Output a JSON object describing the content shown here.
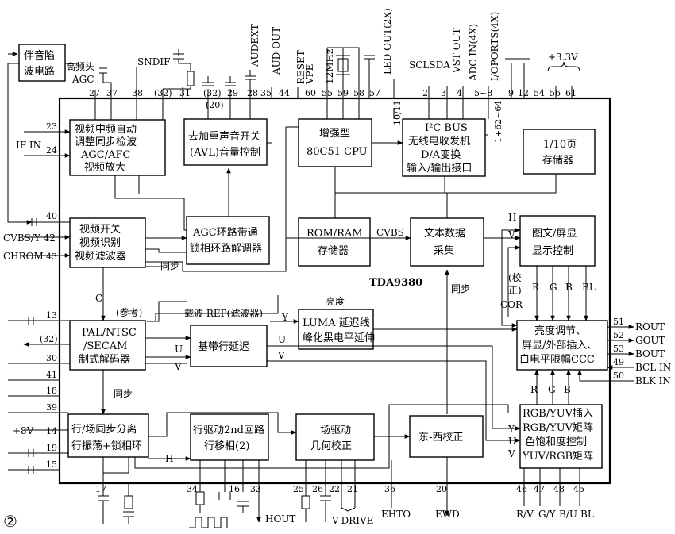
{
  "chip": {
    "name": "TDA9380"
  },
  "figure_number": "②",
  "blocks": {
    "trap": [
      "伴音陷",
      "波电路"
    ],
    "vif": [
      "视频中频自动",
      "调整同步检波",
      "AGC/AFC",
      "视频放大"
    ],
    "avl": [
      "去加重声音开关",
      "(AVL)音量控制"
    ],
    "cpu": [
      "增强型",
      "80C51 CPU"
    ],
    "i2c": [
      "I²C BUS",
      "无线电收发机",
      "D/A变换",
      "输入/输出接口"
    ],
    "page": [
      "1/10页",
      "存储器"
    ],
    "vsw": [
      "视频开关",
      "视频识别",
      "视频滤波器"
    ],
    "agc": [
      "AGC环路带通",
      "锁相环路解调器"
    ],
    "rom": [
      "ROM/RAM",
      "存储器"
    ],
    "txt": [
      "文本数据",
      "采集"
    ],
    "osd": [
      "图文/屏显",
      "显示控制"
    ],
    "dec": [
      "PAL/NTSC",
      "/SECAM",
      "制式解码器"
    ],
    "bbd": [
      "基带行延迟"
    ],
    "luma": [
      "LUMA 延迟线",
      "峰化黑电平延伸"
    ],
    "bright": [
      "亮度调节、",
      "屏显/外部插入、",
      "白电平限幅CCC"
    ],
    "sync": [
      "行/场同步分离",
      "行振荡+锁相环"
    ],
    "hdrv": [
      "行驱动2nd回路",
      "行移相(2)"
    ],
    "vdrv": [
      "场驱动",
      "几何校正"
    ],
    "ew": [
      "东-西校正"
    ],
    "matrix": [
      "RGB/YUV插入",
      "RGB/YUV矩阵",
      "色饱和度控制",
      "YUV/RGB矩阵"
    ]
  },
  "top_labels": {
    "hf_agc": [
      "高频头",
      "AGC"
    ],
    "sndif": "SNDIF",
    "audext": "AUDEXT",
    "audout": "AUD OUT",
    "reset": "RESET",
    "vpe": "VPE",
    "xtal": "12MHz",
    "ledout": "LED OUT(2X)",
    "sclsda": "SCLSDA",
    "vstout": "VST OUT",
    "adcin": "ADC IN(4X)",
    "ioports": "I/OPORTS(4X)",
    "v33": "+3.3V"
  },
  "top_pins": {
    "p27": "27",
    "p37": "37",
    "p38": "38",
    "p32": "(32)",
    "p31": "31",
    "p32b": "(32)",
    "p20": "(20)",
    "p29": "29",
    "p28": "28",
    "p35": "35",
    "p44": "44",
    "p60": "60",
    "p55": "55",
    "p59": "59",
    "p58": "58",
    "p57": "57",
    "p1011": "10/11",
    "p2": "2",
    "p3": "3",
    "p4": "4",
    "p58r": "5~8",
    "p16264": "1+62~64",
    "p9": "9",
    "p12": "12",
    "p54": "54",
    "p56": "56",
    "p61": "61"
  },
  "left_pins": {
    "p23": "23",
    "p24": "24",
    "ifin": "IF IN",
    "p40": "40",
    "cvbs": "CVBS/Y 42",
    "chrom": "CHROM",
    "p43": "43",
    "p13": "13",
    "p32": "(32)",
    "p30": "30",
    "p41": "41",
    "p18": "18",
    "p39": "39",
    "v8": "+8V",
    "p14": "14",
    "p19": "19",
    "p15": "15"
  },
  "right_pins": {
    "p51": "51",
    "rout": "ROUT",
    "p52": "52",
    "gout": "GOUT",
    "p53": "53",
    "bout": "BOUT",
    "p49": "49",
    "bclin": "BCL IN",
    "p50": "50",
    "blkin": "BLK IN"
  },
  "bottom_pins": {
    "p17": "17",
    "p34": "34",
    "p16": "16",
    "p33": "33",
    "hout": "HOUT",
    "p25": "25",
    "p26": "26",
    "p22": "22",
    "p21": "21",
    "vdrive": "V-DRIVE",
    "p36": "36",
    "ehto": "EHTO",
    "p20": "20",
    "ewd": "EWD",
    "p46": "46",
    "p47": "47",
    "p48": "48",
    "p45": "45",
    "rv": "R/V",
    "gy": "G/Y",
    "bu": "B/U",
    "bl": "BL"
  },
  "internal_labels": {
    "cvbs": "CVBS",
    "tongbu1": "同步",
    "tongbu2": "同步",
    "tongbu3": "同步",
    "c": "C",
    "cankao": "(参考)",
    "carrier": "载波 REP(滤波器)",
    "liangdu": "亮度",
    "y1": "Y",
    "u1": "U",
    "v1": "V",
    "u2": "U",
    "v2": "V",
    "h1": "H",
    "v3": "V",
    "h2": "H",
    "jiaozheng": [
      "(校",
      "正)"
    ],
    "cor": "COR",
    "r1": "R",
    "g1": "G",
    "b1": "B",
    "bl1": "BL",
    "r2": "R",
    "g2": "G",
    "b2": "B",
    "y2": "Y",
    "u3": "U",
    "v4": "V"
  }
}
